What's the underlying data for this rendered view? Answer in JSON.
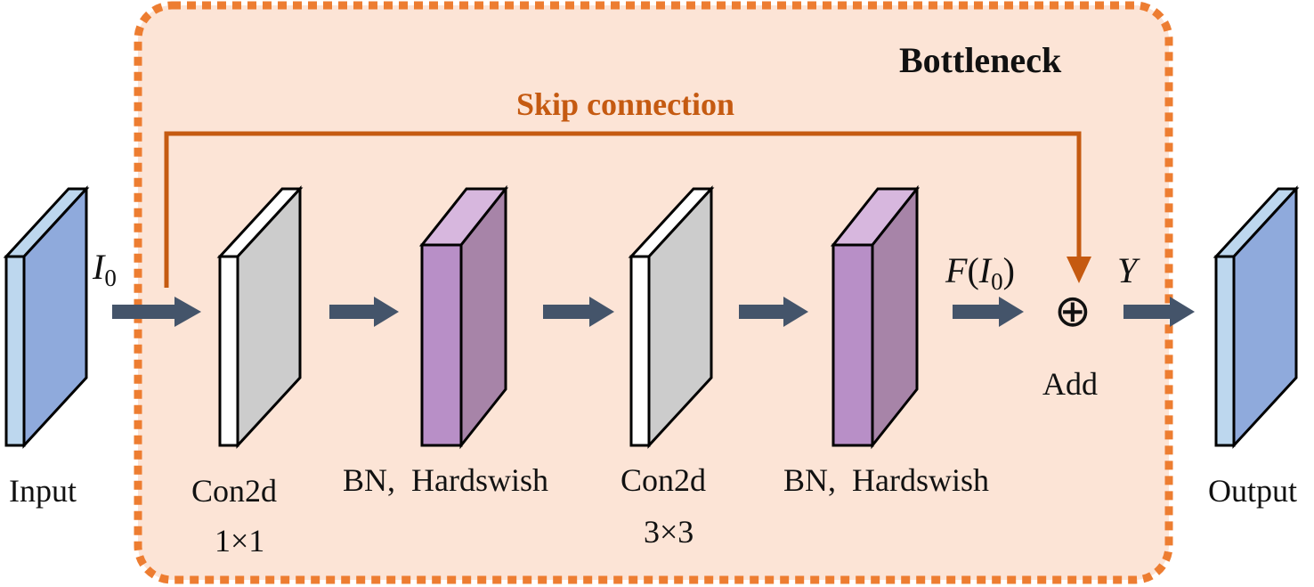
{
  "diagram": {
    "block_label": "Bottleneck",
    "skip_label": "Skip connection",
    "input_label": "Input",
    "output_label": "Output",
    "layers": [
      {
        "line1": "Con2d",
        "line2": "1×1"
      },
      {
        "line1": "BN, Hardswish",
        "line2": ""
      },
      {
        "line1": "Con2d",
        "line2": "3×3"
      },
      {
        "line1": "BN, Hardswish",
        "line2": ""
      }
    ],
    "add_symbol": "⊕",
    "add_label": "Add",
    "math": {
      "input_var": "I",
      "input_sub": "0",
      "residual_func": "F",
      "residual_arg": "I",
      "residual_sub": "0",
      "output_var": "Y"
    },
    "colors": {
      "block_fill": "#fce4d6",
      "block_border": "#ed7d31",
      "skip_line": "#c55a11",
      "arrow": "#44546a",
      "io_front": "#bdd7ee",
      "io_side": "#8faadc",
      "conv_front": "#ffffff",
      "conv_side": "#cccccc",
      "bn_front": "#b88fc7",
      "bn_side": "#a784a8",
      "bn_top": "#d7b7de"
    }
  }
}
